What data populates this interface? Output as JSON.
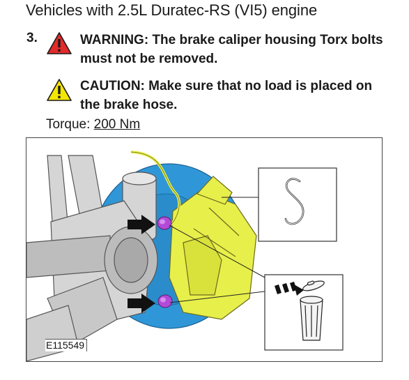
{
  "section": {
    "heading": "Vehicles with 2.5L Duratec-RS (VI5) engine"
  },
  "step": {
    "number": "3.",
    "warning": {
      "icon": "warning-triangle-red-icon",
      "text": "WARNING: The brake caliper housing Torx bolts must not be removed."
    },
    "caution": {
      "icon": "caution-triangle-yellow-icon",
      "text": "CAUTION: Make sure that no load is placed on the brake hose."
    },
    "torque": {
      "label": "Torque: ",
      "value": "200 Nm"
    }
  },
  "figure": {
    "id": "E115549",
    "callouts": [
      "s-hook-icon",
      "discard-to-bin-icon"
    ],
    "colors": {
      "disc": "#2f97d8",
      "caliper": "#e7ef4a",
      "bolts": "#b34ad6",
      "arrows": "#111111"
    }
  }
}
